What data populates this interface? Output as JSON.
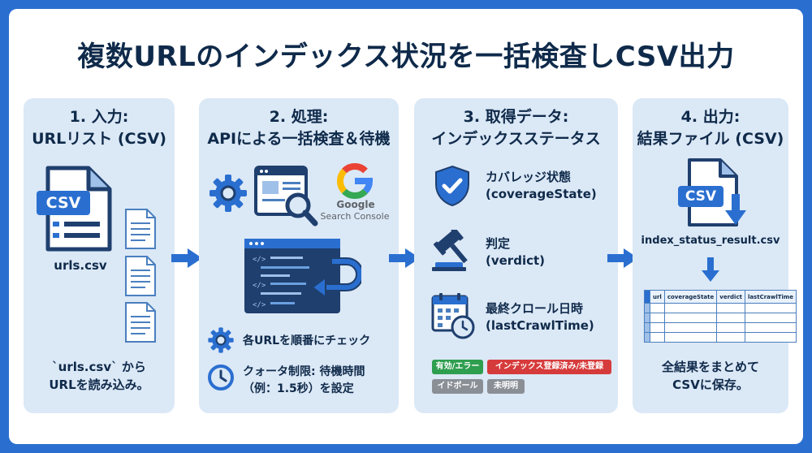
{
  "title": "複数URLのインデックス状況を一括検査しCSV出力",
  "steps": [
    {
      "heading_line1": "1. 入力:",
      "heading_line2": "URLリスト (CSV)",
      "file_label": "CSV",
      "file_name": "urls.csv",
      "note_line1": "`urls.csv` から",
      "note_line2": "URLを読み込み。"
    },
    {
      "heading_line1": "2. 処理:",
      "heading_line2": "APIによる一括検査＆待機",
      "google_label": "Google",
      "console_label": "Search Console",
      "item1": "各URLを順番にチェック",
      "item2_line1": "クォータ制限: 待機時間",
      "item2_line2": "（例：1.5秒）を設定"
    },
    {
      "heading_line1": "3. 取得データ:",
      "heading_line2": "インデックスステータス",
      "field1_line1": "カバレッジ状態",
      "field1_line2": "(coverageState)",
      "field2_line1": "判定",
      "field2_line2": "(verdict)",
      "field3_line1": "最終クロール日時",
      "field3_line2": "(lastCrawlTime)",
      "badges": [
        {
          "label": "有効/エラー",
          "color": "#2e9e4f"
        },
        {
          "label": "インデックス登録済み/未登録",
          "color": "#d63b3b"
        },
        {
          "label": "イドボール",
          "color": "#8a8f96"
        },
        {
          "label": "未明明",
          "color": "#8a8f96"
        }
      ]
    },
    {
      "heading_line1": "4. 出力:",
      "heading_line2": "結果ファイル (CSV)",
      "file_label": "CSV",
      "file_name": "index_status_result.csv",
      "table_headers": [
        "url",
        "coverageState",
        "verdict",
        "lastCrawlTime"
      ],
      "note_line1": "全結果をまとめて",
      "note_line2": "CSVに保存。"
    }
  ],
  "colors": {
    "primary": "#2a6fd0",
    "panel": "#dbe8f6",
    "navy": "#1f3f6e",
    "dark_text": "#0f2a4a"
  }
}
